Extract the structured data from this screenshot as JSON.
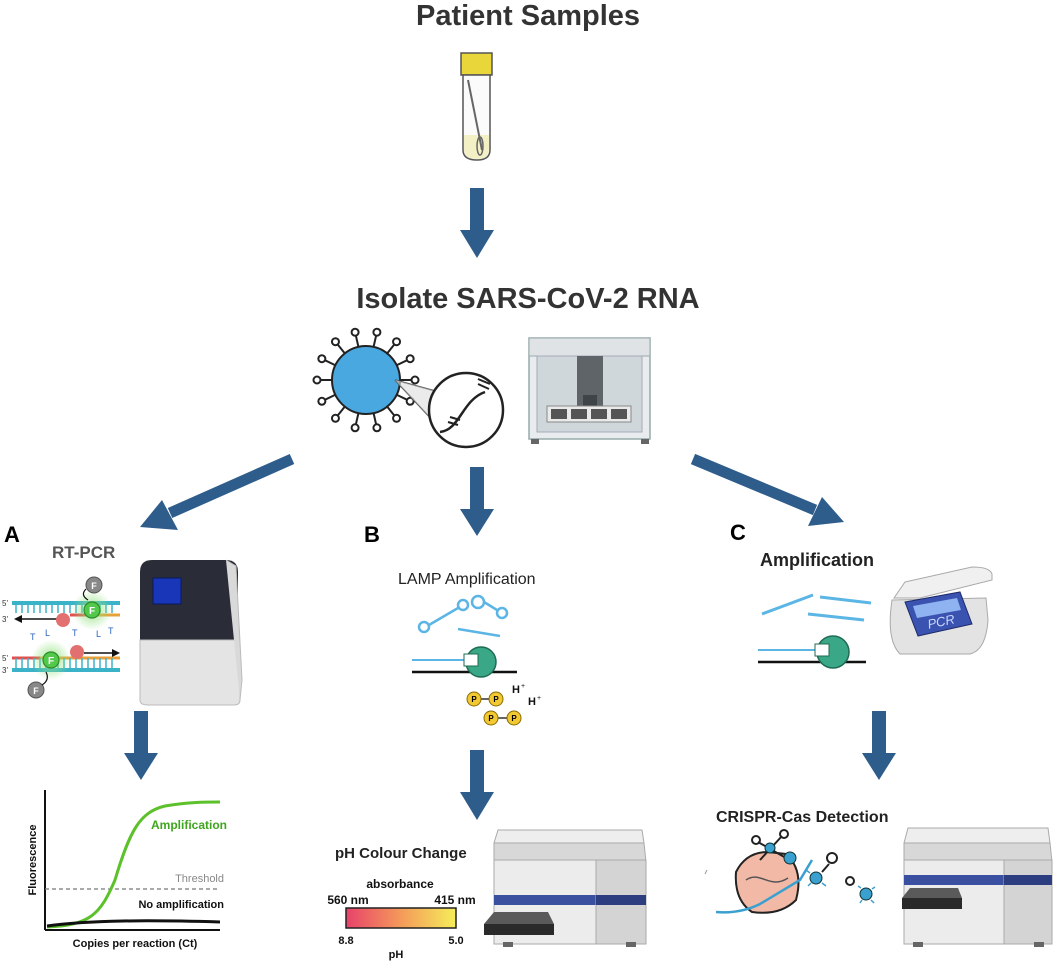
{
  "titles": {
    "patient_samples": "Patient Samples",
    "isolate": "Isolate SARS-CoV-2 RNA"
  },
  "panels": {
    "a": {
      "letter": "A",
      "title": "RT-PCR",
      "strand_labels": [
        "5'",
        "3'",
        "5'",
        "3'"
      ],
      "probe_letter": "F",
      "chart": {
        "ylabel": "Fluorescence",
        "xlabel": "Copies per reaction (Ct)",
        "amplification": "Amplification",
        "threshold": "Threshold",
        "no_amplification": "No amplification"
      }
    },
    "b": {
      "letter": "B",
      "title": "LAMP Amplification",
      "proton": "H",
      "phosphate": "P",
      "ph_title": "pH Colour Change",
      "absorbance": "absorbance",
      "nm_left": "560 nm",
      "nm_right": "415 nm",
      "ph_left": "8.8",
      "ph_right": "5.0",
      "ph_label": "pH"
    },
    "c": {
      "letter": "C",
      "title": "Amplification",
      "pcr_label": "PCR",
      "crispr_title": "CRISPR-Cas Detection"
    }
  },
  "colors": {
    "arrow": "#2e5d8c",
    "virus": "#4aa8e0",
    "green_curve": "#5cc12a",
    "gradient_start": "#e8426a",
    "gradient_end": "#f5ee5a"
  },
  "icons": [
    "sample-tube-icon",
    "virus-icon",
    "rna-icon",
    "extraction-robot-icon",
    "rtpcr-machine-icon",
    "thermocycler-icon",
    "plate-reader-icon",
    "cas-protein-icon"
  ]
}
